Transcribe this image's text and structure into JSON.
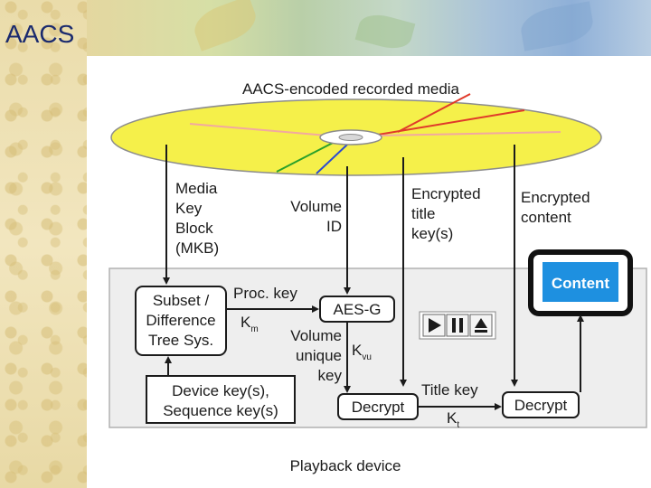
{
  "slide": {
    "title": "AACS"
  },
  "diagram": {
    "disc_label": "AACS-encoded recorded media",
    "device_label": "Playback device",
    "mkb": [
      "Media",
      "Key",
      "Block",
      "(MKB)"
    ],
    "volume_id": [
      "Volume",
      "ID"
    ],
    "enc_title_keys": [
      "Encrypted",
      "title",
      "key(s)"
    ],
    "enc_content": [
      "Encrypted",
      "content"
    ],
    "subset_box": [
      "Subset /",
      "Difference",
      "Tree Sys."
    ],
    "proc_key": "Proc. key",
    "km": "K",
    "km_sub": "m",
    "aes_g": "AES-G",
    "volume_unique_key": [
      "Volume",
      "unique",
      "key"
    ],
    "kvu": "K",
    "kvu_sub": "vu",
    "device_keys": [
      "Device key(s),",
      "Sequence key(s)"
    ],
    "decrypt1": "Decrypt",
    "decrypt2": "Decrypt",
    "title_key": "Title key",
    "kt": "K",
    "kt_sub": "t",
    "content": "Content",
    "colors": {
      "disc": "#f5f04a",
      "content_box": "#1e90e0",
      "device": "#eeeeee"
    },
    "icons": [
      "play-icon",
      "pause-icon",
      "eject-icon"
    ]
  }
}
